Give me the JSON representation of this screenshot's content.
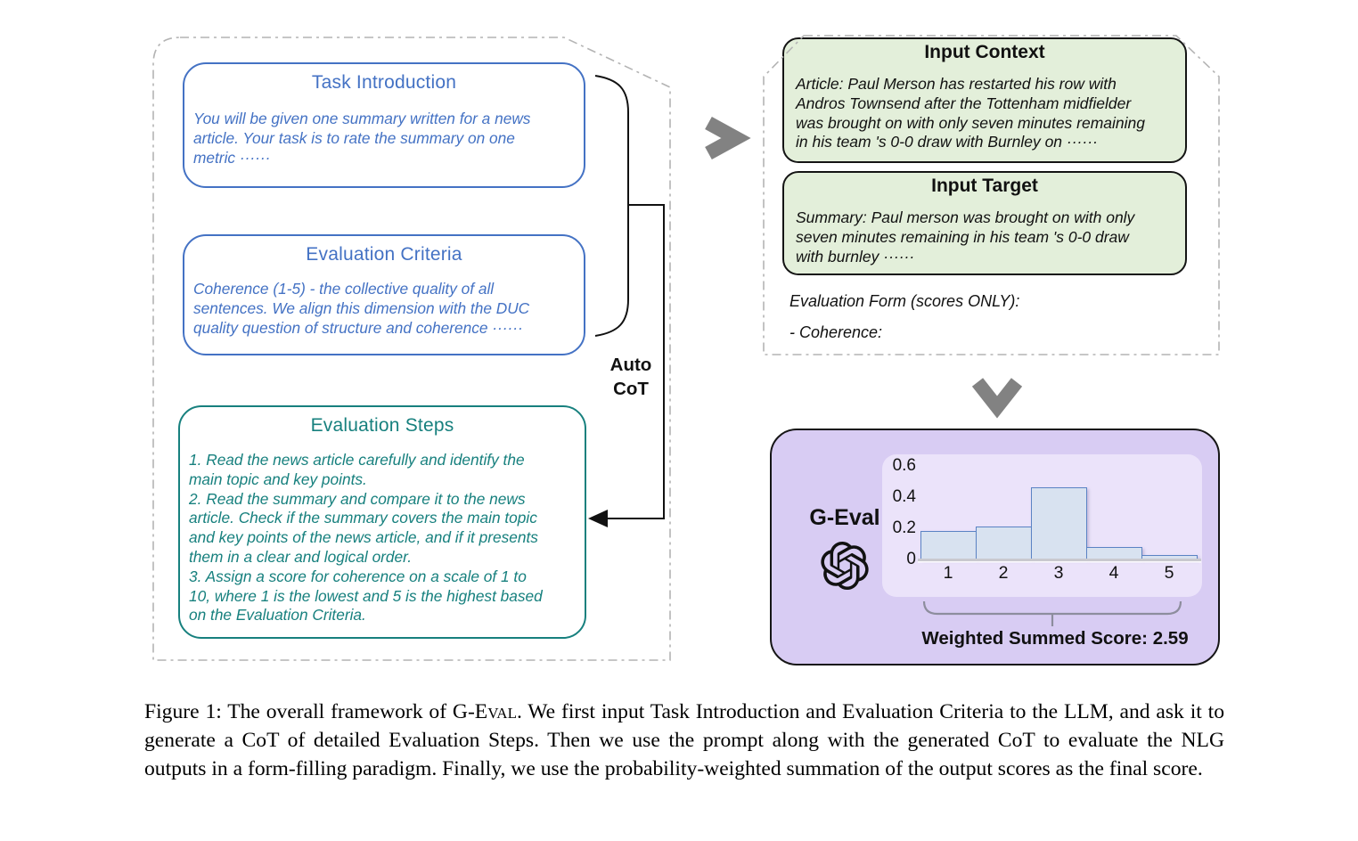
{
  "figure": {
    "prompt_panel": {
      "task_introduction": {
        "title": "Task Introduction",
        "body": "You will be given one summary written for a news\narticle. Your task is to rate the summary on one\nmetric ······"
      },
      "evaluation_criteria": {
        "title": "Evaluation Criteria",
        "body": "Coherence (1-5) -  the collective quality of all\nsentences. We align this dimension with the DUC\nquality question of structure and coherence ······"
      },
      "evaluation_steps": {
        "title": "Evaluation Steps",
        "steps": [
          "1.  Read the news article carefully and identify the\nmain topic and key points.",
          "2.  Read the summary and compare it to the news\narticle. Check if the summary covers the main topic\nand key points of the news article, and if it presents\nthem in a clear and logical order.",
          "3.  Assign a score for coherence on a scale of 1 to\n10, where 1 is the lowest and 5 is the highest based\non the Evaluation Criteria."
        ]
      },
      "auto_cot_label": "Auto\nCoT"
    },
    "io_panel": {
      "input_context": {
        "title": "Input Context",
        "body": "Article: Paul Merson has restarted his row with\nAndros Townsend after the Tottenham midfielder\nwas brought on with only seven minutes remaining\nin his team 's 0-0 draw with Burnley on ······"
      },
      "input_target": {
        "title": "Input Target",
        "body": "Summary: Paul merson was brought on with only\nseven minutes remaining in his team 's 0-0 draw\nwith burnley ······"
      },
      "evaluation_form_line": "Evaluation Form (scores ONLY):",
      "coherence_line": "- Coherence:"
    },
    "output_panel": {
      "model_label": "G-Eval",
      "score_label": "Weighted Summed Score: 2.59"
    },
    "icons": {
      "openai_logo": "openai-flower-logo",
      "flow_right": "chevron-right-arrow",
      "flow_down": "chevron-down-arrow"
    },
    "colors": {
      "accent_blue": "#4472C4",
      "accent_teal": "#17807E",
      "green_box_fill": "#E3EFDA",
      "purple_fill": "#D8CCF3",
      "chart_panel_fill": "#EBE3FA",
      "bar_fill": "#D8E2F0",
      "bar_border": "#5B83C4",
      "arrow_gray": "#828282",
      "dash_gray": "#B4B4B4"
    }
  },
  "chart_data": {
    "type": "bar",
    "title": "",
    "xlabel": "",
    "ylabel": "",
    "categories": [
      "1",
      "2",
      "3",
      "4",
      "5"
    ],
    "values": [
      0.18,
      0.21,
      0.46,
      0.08,
      0.03
    ],
    "yticks": [
      0,
      0.2,
      0.4,
      0.6
    ],
    "ytick_labels": [
      "0",
      "0.2",
      "0.4",
      "0.6"
    ],
    "ylim": [
      0,
      0.6
    ],
    "grid": false,
    "legend": false,
    "annotation": "Weighted Summed Score: 2.59"
  },
  "caption": {
    "prefix": "Figure 1: The overall framework of ",
    "geval": "G-Eval",
    "suffix": ". We first input Task Introduction and Evaluation Criteria to the LLM, and ask it to generate a CoT of detailed Evaluation Steps. Then we use the prompt along with the generated CoT to evaluate the NLG outputs in a form-filling paradigm. Finally, we use the probability-weighted summation of the output scores as the final score."
  }
}
